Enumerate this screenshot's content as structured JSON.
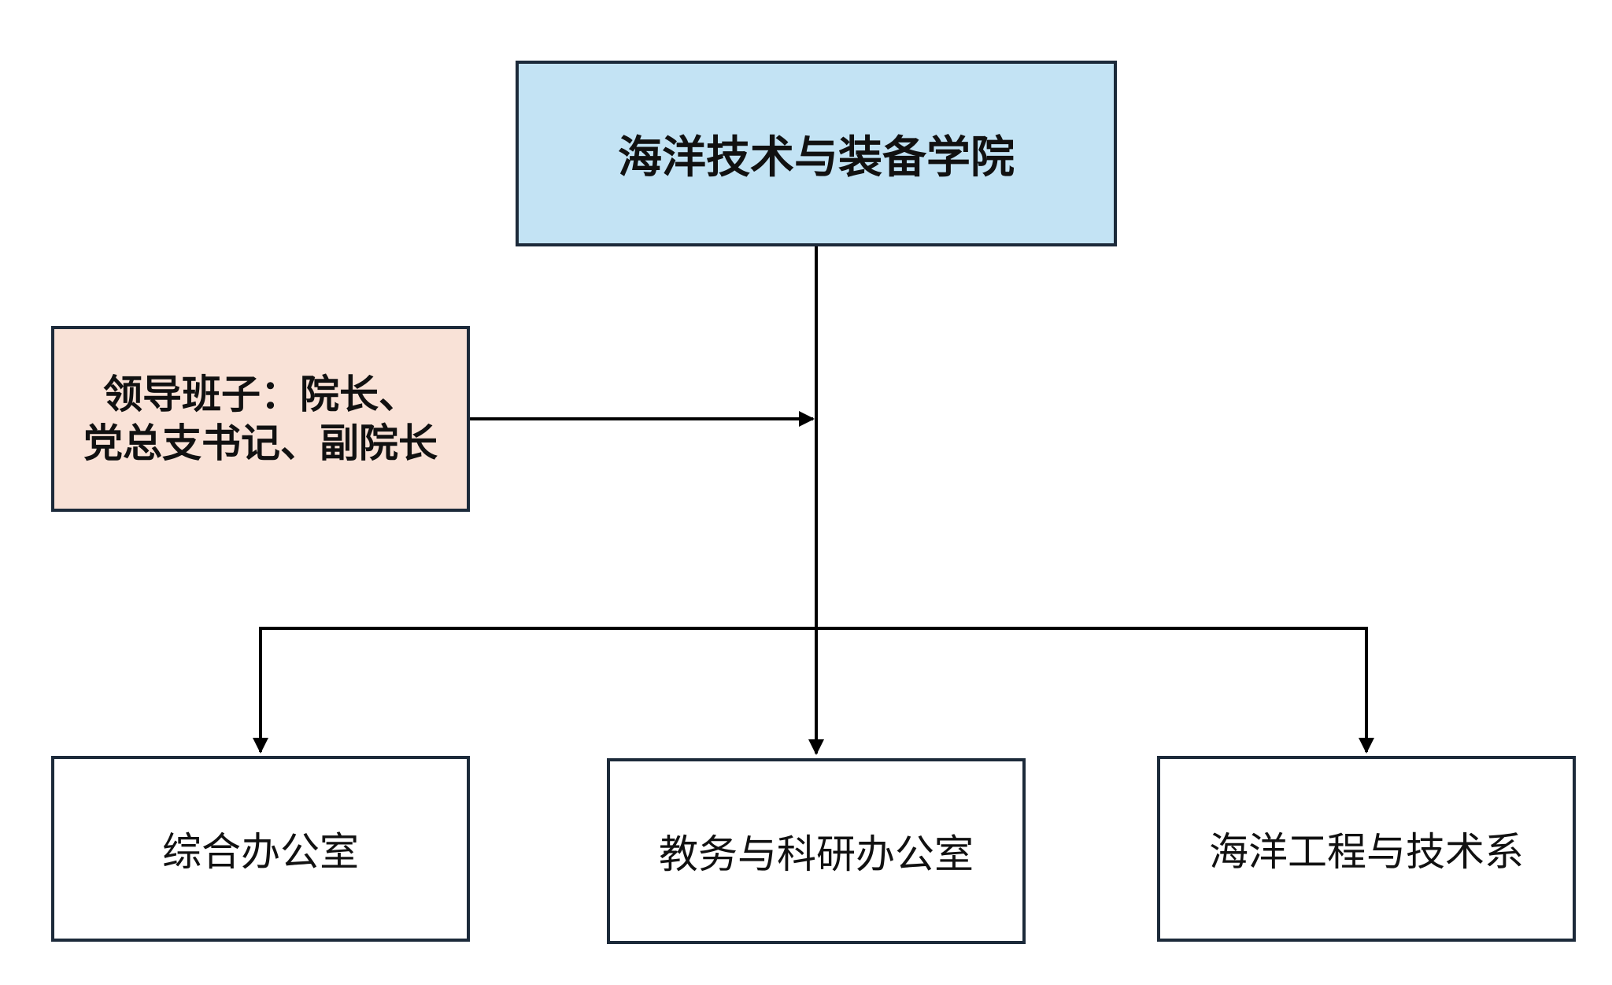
{
  "diagram": {
    "type": "org-chart",
    "colors": {
      "root_fill": "#c3e3f4",
      "leader_fill": "#f9e2d7",
      "child_fill": "#ffffff",
      "border": "#1c2a3a",
      "connector": "#000000"
    },
    "root": {
      "label": "海洋技术与装备学院"
    },
    "leadership": {
      "line1": "领导班子：院长、",
      "line2": "党总支书记、副院长"
    },
    "children": [
      {
        "label": "综合办公室"
      },
      {
        "label": "教务与科研办公室"
      },
      {
        "label": "海洋工程与技术系"
      }
    ],
    "edges": [
      {
        "from": "root",
        "to": "trunk"
      },
      {
        "from": "leadership",
        "to": "trunk"
      },
      {
        "from": "trunk",
        "to": "children.0"
      },
      {
        "from": "trunk",
        "to": "children.1"
      },
      {
        "from": "trunk",
        "to": "children.2"
      }
    ]
  }
}
